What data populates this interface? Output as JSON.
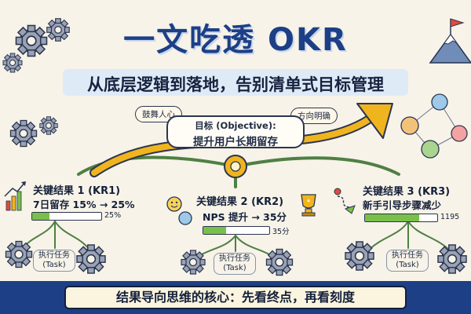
{
  "header": {
    "title": "一文吃透 OKR",
    "subtitle": "从底层逻辑到落地，告别清单式目标管理"
  },
  "bubbles": {
    "left": "鼓舞人心",
    "right": "方向明确"
  },
  "objective": {
    "label": "目标 (Objective):",
    "text": "提升用户长期留存"
  },
  "key_results": [
    {
      "title": "关键结果 1 (KR1)",
      "metric": "7日留存 15% → 25%",
      "progress_label": "25%",
      "progress": 0.25
    },
    {
      "title": "关键结果 2 (KR2)",
      "metric": "NPS 提升 → 35分",
      "progress_label": "35分",
      "progress": 0.35
    },
    {
      "title": "关键结果 3 (KR3)",
      "metric": "新手引导步骤减少",
      "progress_label": "1195",
      "progress": 0.75
    }
  ],
  "task_label_line1": "执行任务",
  "task_label_line2": "(Task)",
  "footer": {
    "text": "结果导向思维的核心：先看终点，再看刻度"
  },
  "colors": {
    "title": "#1d3f86",
    "progress_fill": "#79c04a",
    "arrow": "#f0b51e",
    "branch": "#4f7f44",
    "footer_band": "#1d3f86"
  }
}
